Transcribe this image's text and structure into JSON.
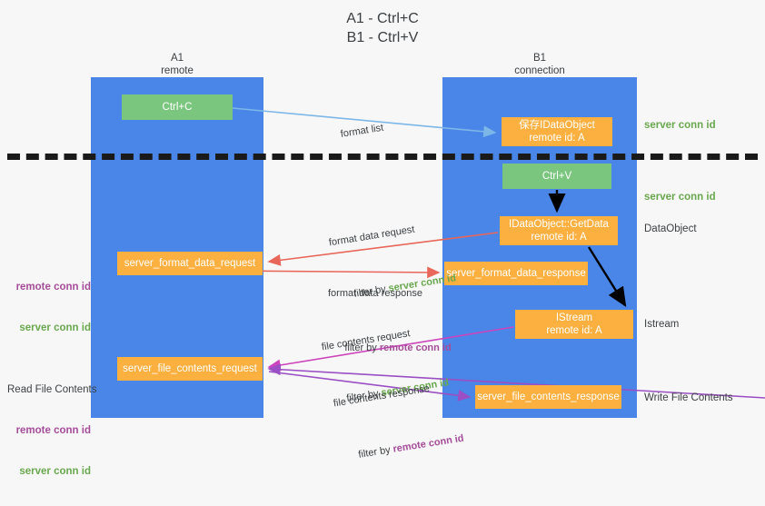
{
  "title": "A1 - Ctrl+C\nB1 - Ctrl+V",
  "columns": {
    "left": {
      "name": "A1",
      "role": "remote",
      "header": "A1\nremote"
    },
    "right": {
      "name": "B1",
      "role": "connection",
      "header": "B1\nconnection"
    }
  },
  "colors": {
    "lane": "#4a86e8",
    "green_box": "#7bc67e",
    "orange_box": "#fbb040",
    "server_conn_id": "#6aa84f",
    "remote_conn_id": "#a64d9a",
    "arrow_blue": "#7cb7e8",
    "arrow_red": "#e8665a",
    "arrow_magenta": "#cc44bb",
    "arrow_purple": "#9b4fc4",
    "arrow_black": "#000000",
    "separator": "#1a1a1a",
    "background": "#f7f7f7",
    "text": "#3c4043"
  },
  "nodes": {
    "ctrl_c": {
      "label": "Ctrl+C",
      "style": "green"
    },
    "save_idataobject": {
      "label": "保存IDataObject",
      "sub": "remote id: A",
      "style": "orange"
    },
    "ctrl_v": {
      "label": "Ctrl+V",
      "style": "green"
    },
    "getdata": {
      "label": "IDataObject::GetData",
      "sub": "remote id: A",
      "style": "orange"
    },
    "format_data_request": {
      "label": "server_format_data_request",
      "style": "orange"
    },
    "format_data_response": {
      "label": "server_format_data_response",
      "style": "orange"
    },
    "istream": {
      "label": "IStream",
      "sub": "remote id: A",
      "style": "orange"
    },
    "file_contents_request": {
      "label": "server_file_contents_request",
      "style": "orange"
    },
    "file_contents_response": {
      "label": "server_file_contents_response",
      "style": "orange"
    }
  },
  "annotations": {
    "format_list": "format list",
    "format_data_request": {
      "line1": "format data request",
      "prefix": "filter by ",
      "highlight": "server conn id",
      "highlight_color": "server"
    },
    "format_data_response": {
      "line1": "format data response",
      "prefix": "filter by ",
      "highlight": "remote conn id",
      "highlight_color": "remote"
    },
    "file_contents_request": {
      "line1": "file contents request",
      "prefix": "filter by ",
      "highlight": "server conn id",
      "highlight_color": "server"
    },
    "file_contents_response": {
      "line1": "file contents response",
      "prefix": "filter by ",
      "highlight": "remote conn id",
      "highlight_color": "remote"
    }
  },
  "side_labels": {
    "right": {
      "server_conn_id_top": "server conn id",
      "server_conn_id_mid": "server conn id",
      "data_object": "DataObject",
      "istream": "Istream",
      "write_file_contents": "Write File Contents"
    },
    "left": {
      "group1": {
        "remote": "remote conn id",
        "server": "server conn id"
      },
      "group2": {
        "heading": "Read File Contents",
        "remote": "remote conn id",
        "server": "server conn id"
      }
    }
  }
}
